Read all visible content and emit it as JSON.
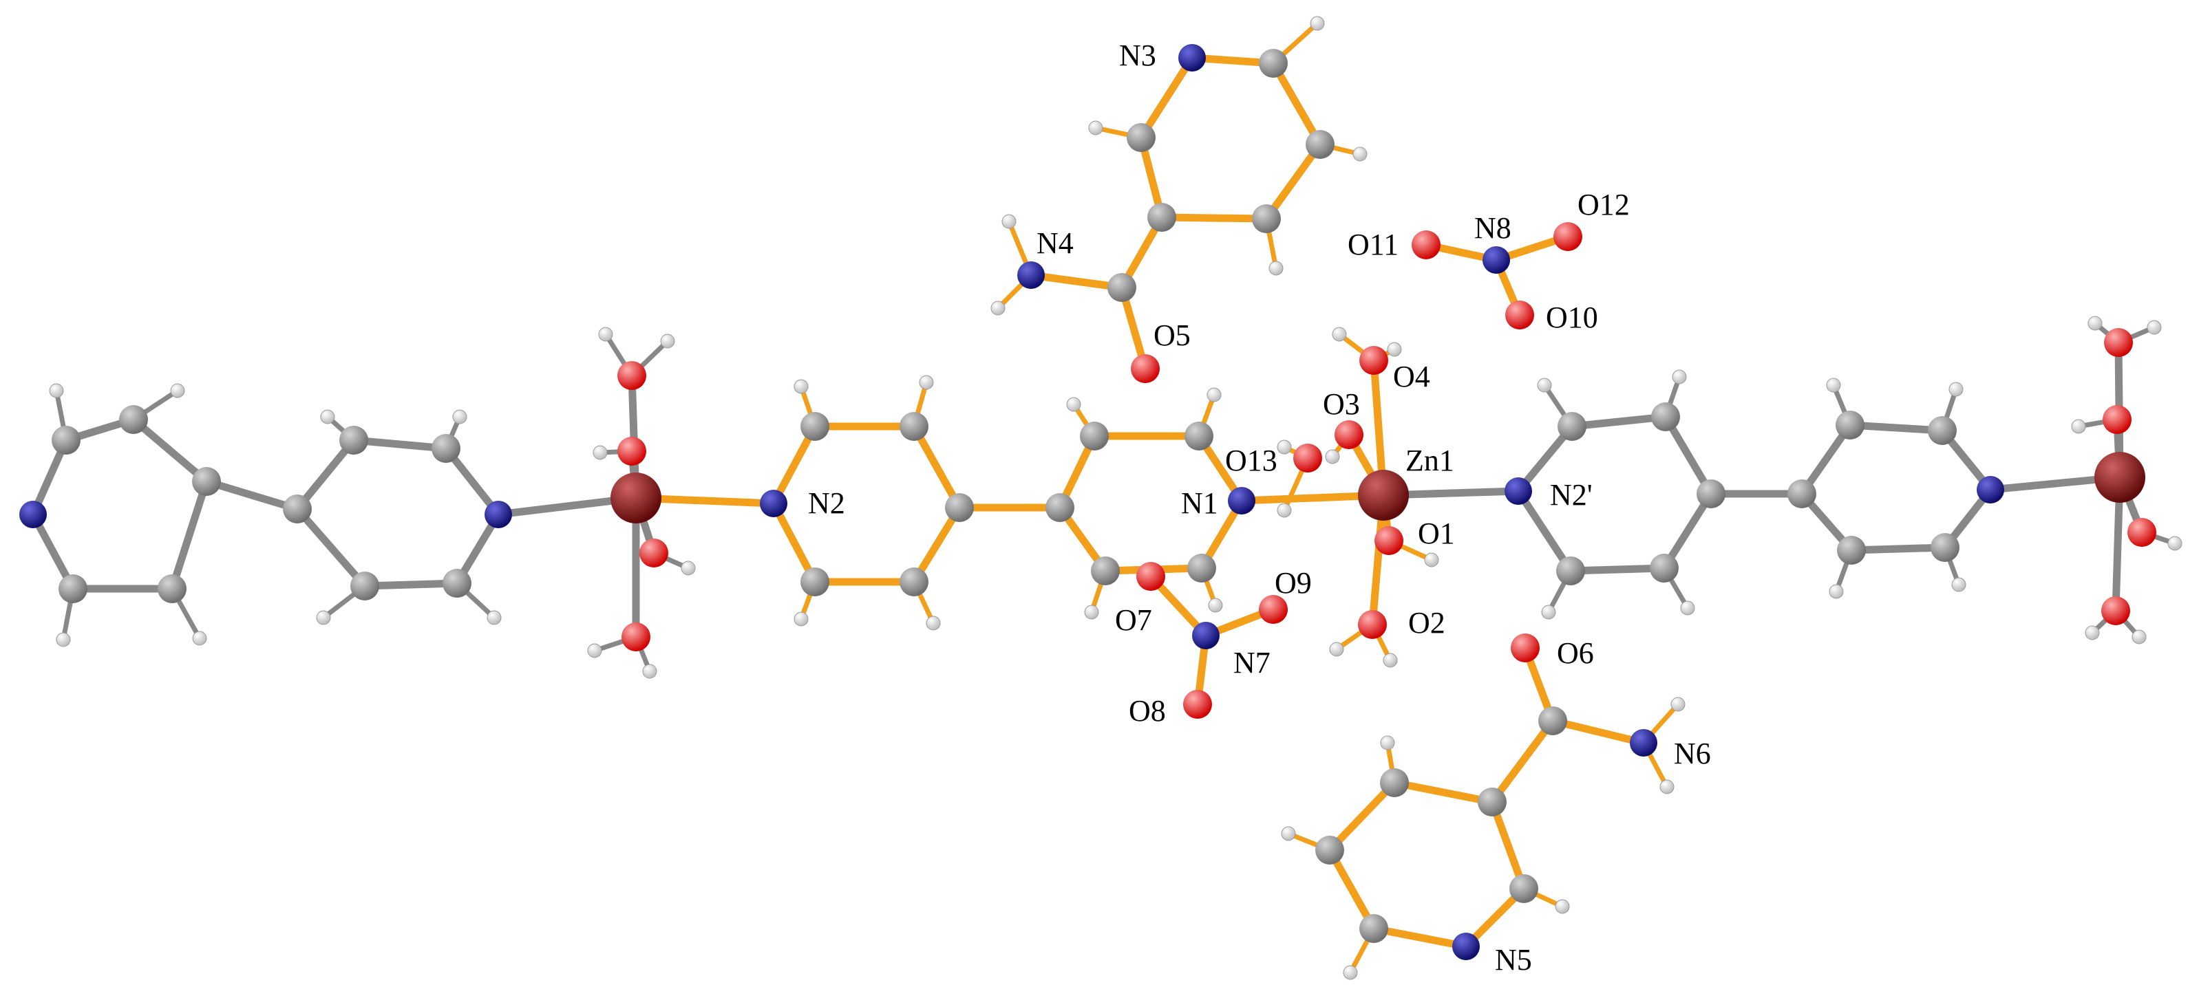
{
  "colors": {
    "background": "#ffffff",
    "bond_asymmetric": "#f2a01c",
    "bond_symmetry": "#888888",
    "carbon": "#7c7c7c",
    "carbon_highlight": "#cfcfcf",
    "hydrogen": "#ffffff",
    "hydrogen_edge": "#9a9a9a",
    "nitrogen": "#10107a",
    "nitrogen_highlight": "#6060d0",
    "oxygen": "#e00000",
    "oxygen_highlight": "#ff9a9a",
    "zinc": "#7a1010",
    "zinc_highlight": "#c85050"
  },
  "labels": {
    "N3": "N3",
    "N4": "N4",
    "O5": "O5",
    "O11": "O11",
    "N8": "N8",
    "O12": "O12",
    "O10": "O10",
    "O4": "O4",
    "O3": "O3",
    "Zn1": "Zn1",
    "O13": "O13",
    "N1": "N1",
    "N2": "N2",
    "N2p": "N2'",
    "O1": "O1",
    "O9": "O9",
    "O7": "O7",
    "N7": "N7",
    "O2": "O2",
    "O6": "O6",
    "O8": "O8",
    "N6": "N6",
    "N5": "N5"
  }
}
